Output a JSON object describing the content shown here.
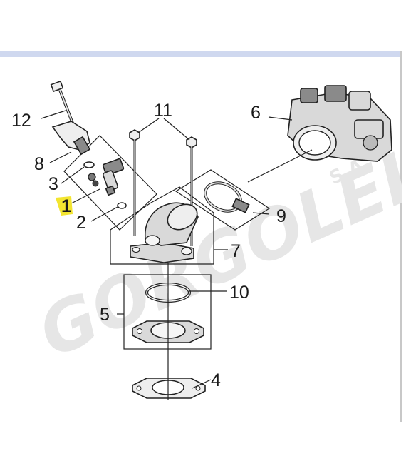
{
  "watermark": {
    "brand": "GORGOLEIS",
    "suffix": "S.A."
  },
  "callouts": {
    "p1": "1",
    "p2": "2",
    "p3": "3",
    "p4": "4",
    "p5": "5",
    "p6": "6",
    "p7": "7",
    "p8": "8",
    "p9": "9",
    "p10": "10",
    "p11": "11",
    "p12": "12"
  },
  "colors": {
    "highlight": "#f3e530",
    "header_band": "#cfd8ef",
    "watermark": "#e6e6e6"
  },
  "icons": {
    "p4": "gasket-icon",
    "p6": "throttle-body-icon",
    "p7": "intake-manifold-icon",
    "p9": "hose-clamp-icon",
    "p10": "o-ring-icon",
    "p11": "bolt-icon",
    "p12": "bolt-icon"
  }
}
